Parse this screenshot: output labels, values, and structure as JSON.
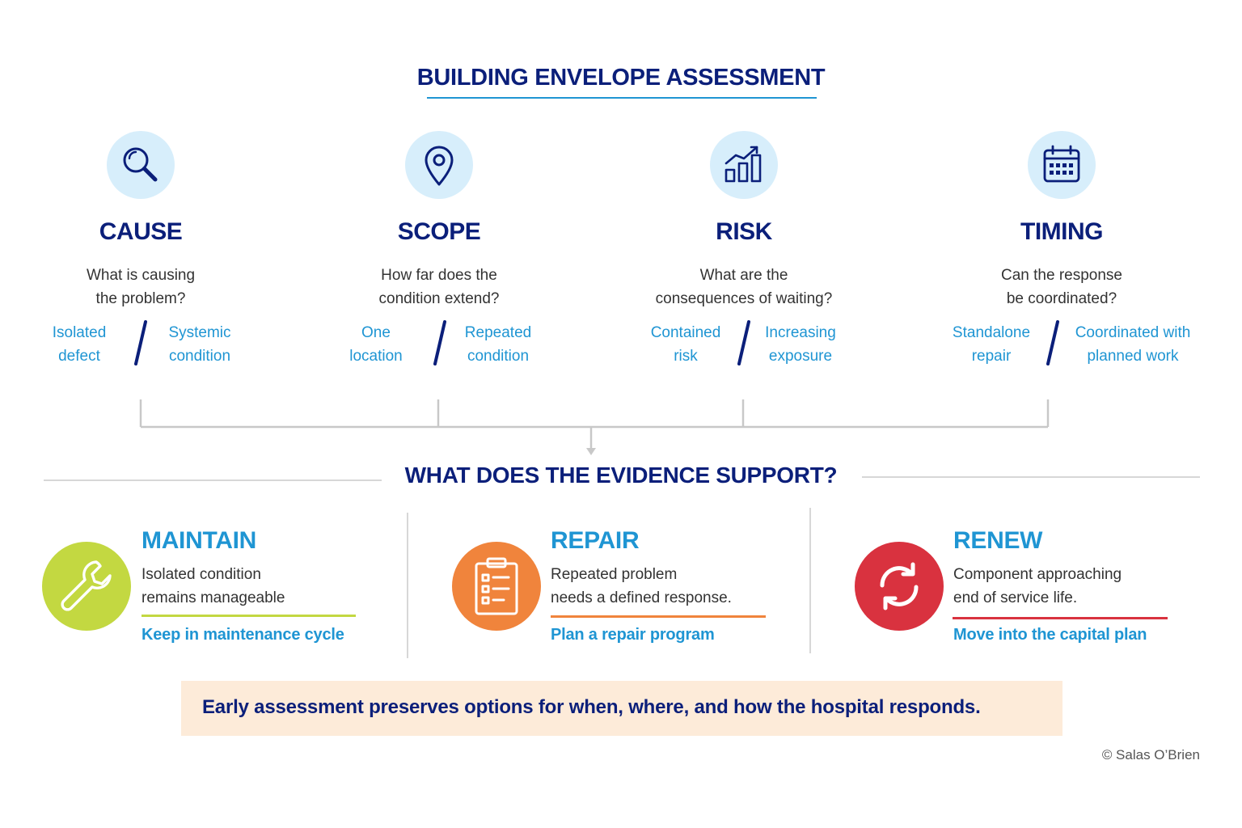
{
  "title": "BUILDING ENVELOPE ASSESSMENT",
  "dimensions": [
    {
      "icon": "magnifier-icon",
      "heading": "CAUSE",
      "question": "What is causing\nthe problem?",
      "option_left": "Isolated\ndefect",
      "option_right": "Systemic\ncondition"
    },
    {
      "icon": "location-pin-icon",
      "heading": "SCOPE",
      "question": "How far does the\ncondition extend?",
      "option_left": "One\nlocation",
      "option_right": "Repeated\ncondition"
    },
    {
      "icon": "rising-bar-chart-icon",
      "heading": "RISK",
      "question": "What are the\nconsequences of waiting?",
      "option_left": "Contained\nrisk",
      "option_right": "Increasing\nexposure"
    },
    {
      "icon": "calendar-icon",
      "heading": "TIMING",
      "question": "Can the response\nbe coordinated?",
      "option_left": "Standalone\nrepair",
      "option_right": "Coordinated with\nplanned work"
    }
  ],
  "evidence_question": "WHAT DOES THE EVIDENCE SUPPORT?",
  "responses": [
    {
      "icon": "wrench-icon",
      "heading": "MAINTAIN",
      "description": "Isolated condition\nremains manageable",
      "action": "Keep in maintenance cycle",
      "color": "#c3d841"
    },
    {
      "icon": "clipboard-checklist-icon",
      "heading": "REPAIR",
      "description": "Repeated problem\nneeds a defined response.",
      "action": "Plan a repair program",
      "color": "#f0843c"
    },
    {
      "icon": "refresh-arrows-icon",
      "heading": "RENEW",
      "description": "Component approaching\nend of service life.",
      "action": "Move into the capital plan",
      "color": "#d9323f"
    }
  ],
  "banner": "Early assessment preserves options for when, where, and how the hospital responds.",
  "credit": "© Salas O’Brien",
  "colors": {
    "navy": "#0b1f7a",
    "blue": "#1f95d3",
    "light_blue": "#d7eefb",
    "banner_bg": "#fdebd9"
  }
}
